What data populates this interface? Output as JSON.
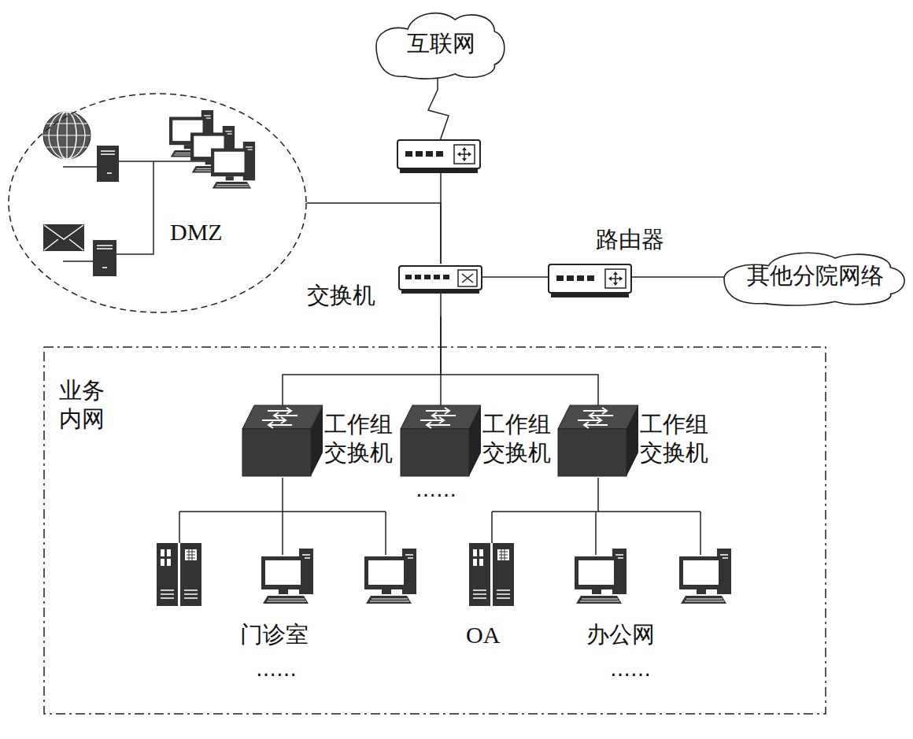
{
  "diagram": {
    "nodes": [
      {
        "text": [
          "互联网"
        ]
      },
      {
        "text": [
          "DMZ"
        ]
      },
      {
        "text": [
          "交换机"
        ]
      },
      {
        "text": [
          "路由器"
        ]
      },
      {
        "text": [
          "其他分院网络"
        ]
      },
      {
        "text": [
          "业务 内网"
        ]
      },
      {
        "text": [
          "工作组 交换机"
        ],
        "in": 5
      },
      {
        "text": [
          "工作组 交换机"
        ],
        "in": 5
      },
      {
        "text": [
          "工作组 交换机"
        ],
        "in": 5
      }
    ],
    "edges": [
      {
        "from": 0,
        "to": 2,
        "arrow": "none"
      },
      {
        "from": 1,
        "to": 2,
        "arrow": "none"
      },
      {
        "from": 2,
        "to": 3,
        "arrow": "none"
      },
      {
        "from": 3,
        "to": 4,
        "arrow": "none"
      },
      {
        "from": 2,
        "to": 6,
        "arrow": "none"
      },
      {
        "from": 2,
        "to": 7,
        "arrow": "none"
      },
      {
        "from": 2,
        "to": 8,
        "arrow": "none"
      }
    ],
    "labels": [
      "……",
      "门诊室",
      "OA",
      "办公网",
      "……",
      "……"
    ]
  }
}
